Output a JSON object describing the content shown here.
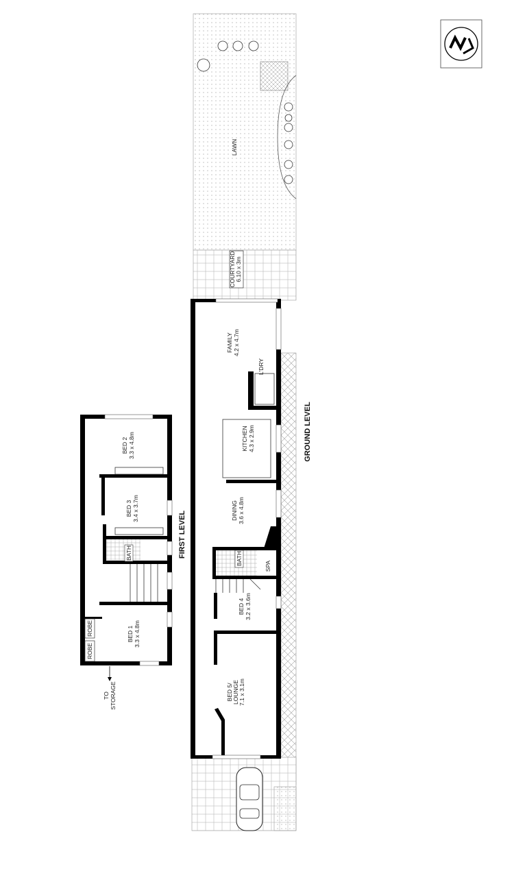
{
  "levels": {
    "ground": "GROUND LEVEL",
    "first": "FIRST LEVEL"
  },
  "ground_rooms": {
    "lawn": "LAWN",
    "courtyard": {
      "name": "COURTYARD",
      "size": "6.10 x 3m"
    },
    "family": {
      "name": "FAMILY",
      "size": "4.2 x 4.7m"
    },
    "laundry": "L'DRY",
    "kitchen": {
      "name": "KITCHEN",
      "size": "4.3 x 2.9m"
    },
    "dining": {
      "name": "DINING",
      "size": "3.6 x 4.8m"
    },
    "bath": "BATH",
    "spa": "SPA",
    "bed4": {
      "name": "BED 4",
      "size": "3.2 x 3.6m"
    },
    "bed5": {
      "name": "BED 5/",
      "name2": "LOUNGE",
      "size": "7.1 x 3.1m"
    }
  },
  "first_rooms": {
    "bed2": {
      "name": "BED 2",
      "size": "3.3 x 4.8m"
    },
    "bed3": {
      "name": "BED 3",
      "size": "3.4 x 3.7m"
    },
    "bath": "BATH",
    "bed1": {
      "name": "BED 1",
      "size": "3.3 x 4.8m"
    },
    "robe1": "ROBE",
    "robe2": "ROBE",
    "storage": {
      "line1": "TO",
      "line2": "STORAGE"
    }
  },
  "compass": {
    "icon": "north-arrow-icon",
    "label": "N"
  }
}
